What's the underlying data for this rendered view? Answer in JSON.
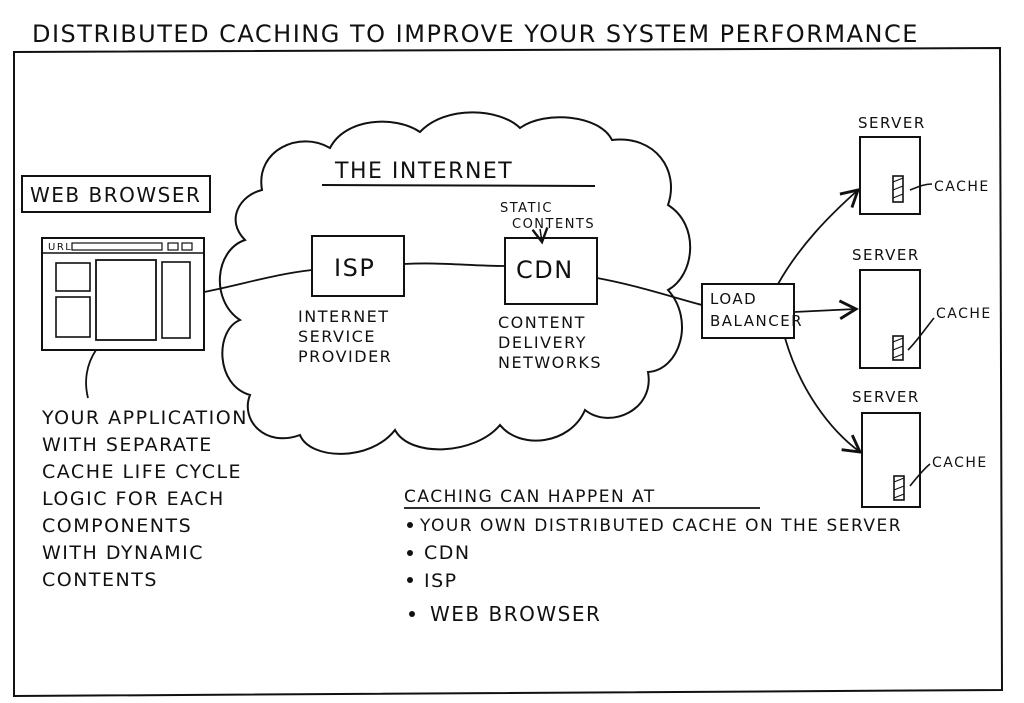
{
  "title": "DISTRIBUTED CACHING TO IMPROVE YOUR SYSTEM PERFORMANCE",
  "browser": {
    "label": "WEB BROWSER",
    "url_label": "URL",
    "caption": [
      "YOUR APPLICATION",
      "WITH SEPARATE",
      "CACHE LIFE CYCLE",
      "LOGIC FOR EACH",
      "COMPONENTS",
      "WITH DYNAMIC",
      "CONTENTS"
    ]
  },
  "cloud": {
    "title": "THE INTERNET",
    "isp": {
      "label": "ISP",
      "caption": [
        "INTERNET",
        "SERVICE",
        "PROVIDER"
      ]
    },
    "cdn": {
      "label": "CDN",
      "static_note": [
        "STATIC",
        "CONTENTS"
      ],
      "caption": [
        "CONTENT",
        "DELIVERY",
        "NETWORKS"
      ]
    }
  },
  "load_balancer": {
    "lines": [
      "LOAD",
      "BALANCER"
    ]
  },
  "servers": [
    {
      "label": "SERVER",
      "cache_label": "CACHE"
    },
    {
      "label": "SERVER",
      "cache_label": "CACHE"
    },
    {
      "label": "SERVER",
      "cache_label": "CACHE"
    }
  ],
  "caching_list": {
    "heading": "CACHING CAN HAPPEN AT",
    "items": [
      "YOUR OWN DISTRIBUTED CACHE ON THE SERVER",
      "CDN",
      "ISP",
      "WEB BROWSER"
    ]
  }
}
